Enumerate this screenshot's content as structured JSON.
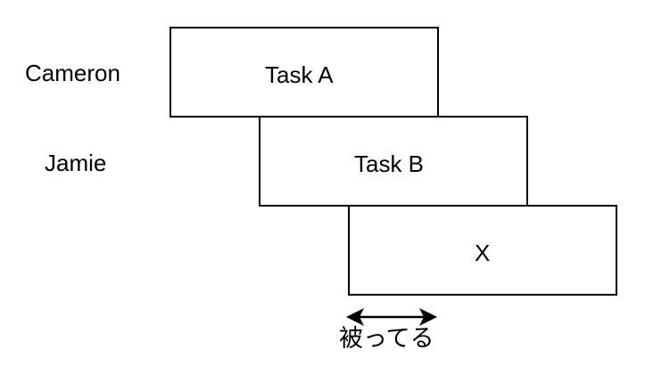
{
  "rows": {
    "cameron": "Cameron",
    "jamie": "Jamie"
  },
  "tasks": {
    "a": "Task A",
    "b": "Task B",
    "x": "X"
  },
  "overlap": {
    "caption": "被ってる"
  },
  "colors": {
    "stroke": "#000000",
    "background": "#ffffff"
  }
}
